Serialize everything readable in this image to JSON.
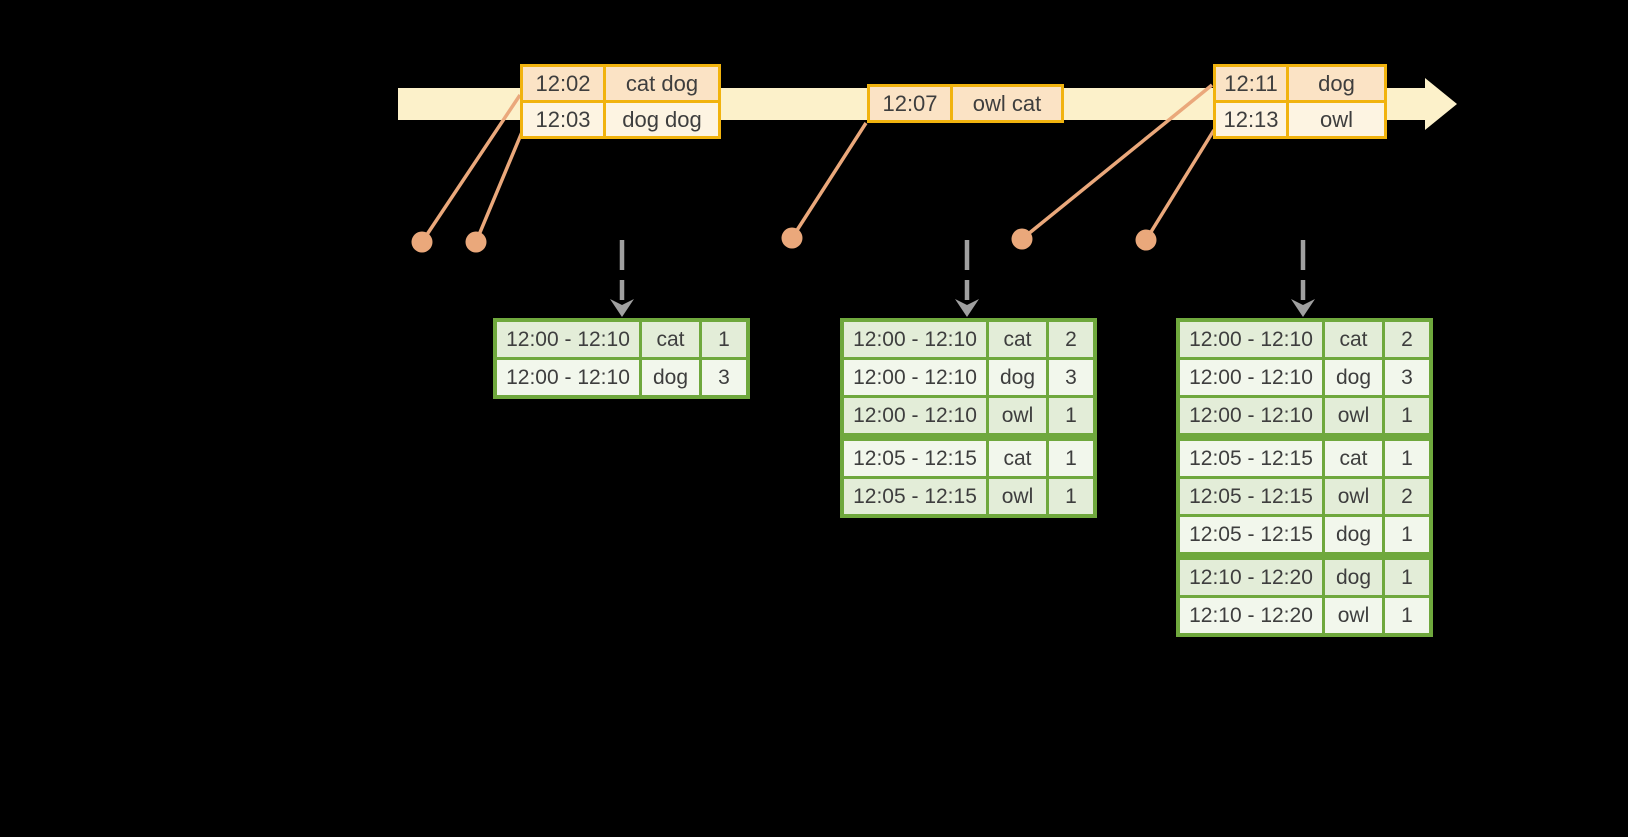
{
  "colors": {
    "background": "#000000",
    "timeline_yellow": "#fcf1ca",
    "event_border_gold": "#f1b30e",
    "event_row_peach": "#fbe3c5",
    "event_row_cream": "#fdf4e2",
    "leader_line_salmon": "#eaa87b",
    "result_border_green": "#6fa83d",
    "result_row_green": "#e3edd8",
    "result_row_white": "#f2f7ec",
    "trigger_arrow_gray": "#a0a0a0",
    "text_dark": "#3e3e3e"
  },
  "event_tables": [
    {
      "rows": [
        {
          "time": "12:02",
          "words": "cat dog"
        },
        {
          "time": "12:03",
          "words": "dog dog"
        }
      ]
    },
    {
      "rows": [
        {
          "time": "12:07",
          "words": "owl cat"
        }
      ]
    },
    {
      "rows": [
        {
          "time": "12:11",
          "words": "dog"
        },
        {
          "time": "12:13",
          "words": "owl"
        }
      ]
    }
  ],
  "result_tables": [
    {
      "groups": [
        {
          "rows": [
            {
              "window": "12:00 - 12:10",
              "word": "cat",
              "count": "1"
            },
            {
              "window": "12:00 - 12:10",
              "word": "dog",
              "count": "3"
            }
          ]
        }
      ]
    },
    {
      "groups": [
        {
          "rows": [
            {
              "window": "12:00 - 12:10",
              "word": "cat",
              "count": "2"
            },
            {
              "window": "12:00 - 12:10",
              "word": "dog",
              "count": "3"
            },
            {
              "window": "12:00 - 12:10",
              "word": "owl",
              "count": "1"
            }
          ]
        },
        {
          "rows": [
            {
              "window": "12:05 - 12:15",
              "word": "cat",
              "count": "1"
            },
            {
              "window": "12:05 - 12:15",
              "word": "owl",
              "count": "1"
            }
          ]
        }
      ]
    },
    {
      "groups": [
        {
          "rows": [
            {
              "window": "12:00 - 12:10",
              "word": "cat",
              "count": "2"
            },
            {
              "window": "12:00 - 12:10",
              "word": "dog",
              "count": "3"
            },
            {
              "window": "12:00 - 12:10",
              "word": "owl",
              "count": "1"
            }
          ]
        },
        {
          "rows": [
            {
              "window": "12:05 - 12:15",
              "word": "cat",
              "count": "1"
            },
            {
              "window": "12:05 - 12:15",
              "word": "owl",
              "count": "2"
            },
            {
              "window": "12:05 - 12:15",
              "word": "dog",
              "count": "1"
            }
          ]
        },
        {
          "rows": [
            {
              "window": "12:10 - 12:20",
              "word": "dog",
              "count": "1"
            },
            {
              "window": "12:10 - 12:20",
              "word": "owl",
              "count": "1"
            }
          ]
        }
      ]
    }
  ]
}
